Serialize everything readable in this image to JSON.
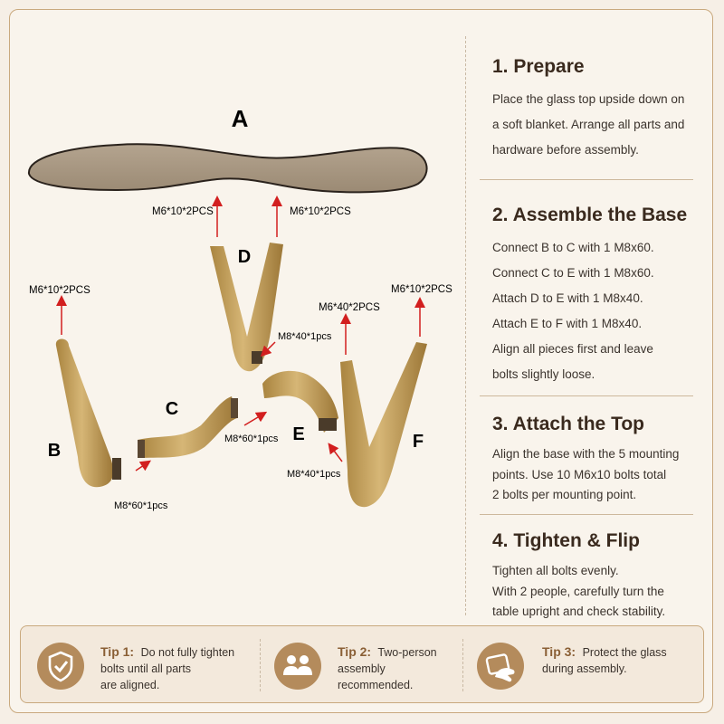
{
  "diagram": {
    "part_labels": {
      "A": "A",
      "B": "B",
      "C": "C",
      "D": "D",
      "E": "E",
      "F": "F"
    },
    "callouts": {
      "top_left": "M6*10*2PCS",
      "top_right": "M6*10*2PCS",
      "leg_b": "M6*10*2PCS",
      "leg_f": "M6*10*2PCS",
      "part_e": "M6*40*2PCS",
      "bolt_d": "M8*40*1pcs",
      "bolt_ce": "M8*60*1pcs",
      "bolt_ef": "M8*40*1pcs",
      "bolt_bc": "M8*60*1pcs"
    }
  },
  "steps": [
    {
      "title": "1. Prepare",
      "lines": [
        "Place the glass top upside down on",
        "a soft blanket. Arrange all parts and",
        "hardware before assembly."
      ]
    },
    {
      "title": "2. Assemble the Base",
      "lines": [
        "Connect B to C with 1 M8x60.",
        "Connect C to E with 1 M8x60.",
        "Attach D to E with 1 M8x40.",
        "Attach E to F with 1 M8x40.",
        "Align all pieces first and leave",
        "bolts slightly loose."
      ]
    },
    {
      "title": "3. Attach the Top",
      "lines": [
        "Align the base with the 5 mounting",
        "points. Use 10 M6x10 bolts total",
        "2 bolts per mounting point."
      ]
    },
    {
      "title": "4. Tighten & Flip",
      "lines": [
        "Tighten all bolts evenly.",
        "With 2 people, carefully turn the",
        "table upright and check stability."
      ]
    }
  ],
  "tips": [
    {
      "title": "Tip 1:",
      "icon": "shield-check-icon",
      "lines": [
        "Do not fully tighten",
        "bolts until all parts",
        "are aligned."
      ]
    },
    {
      "title": "Tip 2:",
      "icon": "two-people-icon",
      "lines": [
        "Two-person",
        "assembly",
        "recommended."
      ]
    },
    {
      "title": "Tip 3:",
      "icon": "hand-cloth-icon",
      "lines": [
        "Protect the glass",
        "during assembly."
      ]
    }
  ],
  "colors": {
    "accent": "#b48b5c",
    "brass": "#c9a463",
    "arrow": "#d21f1f",
    "glass": "#a2917c",
    "background": "#f6efe6"
  }
}
